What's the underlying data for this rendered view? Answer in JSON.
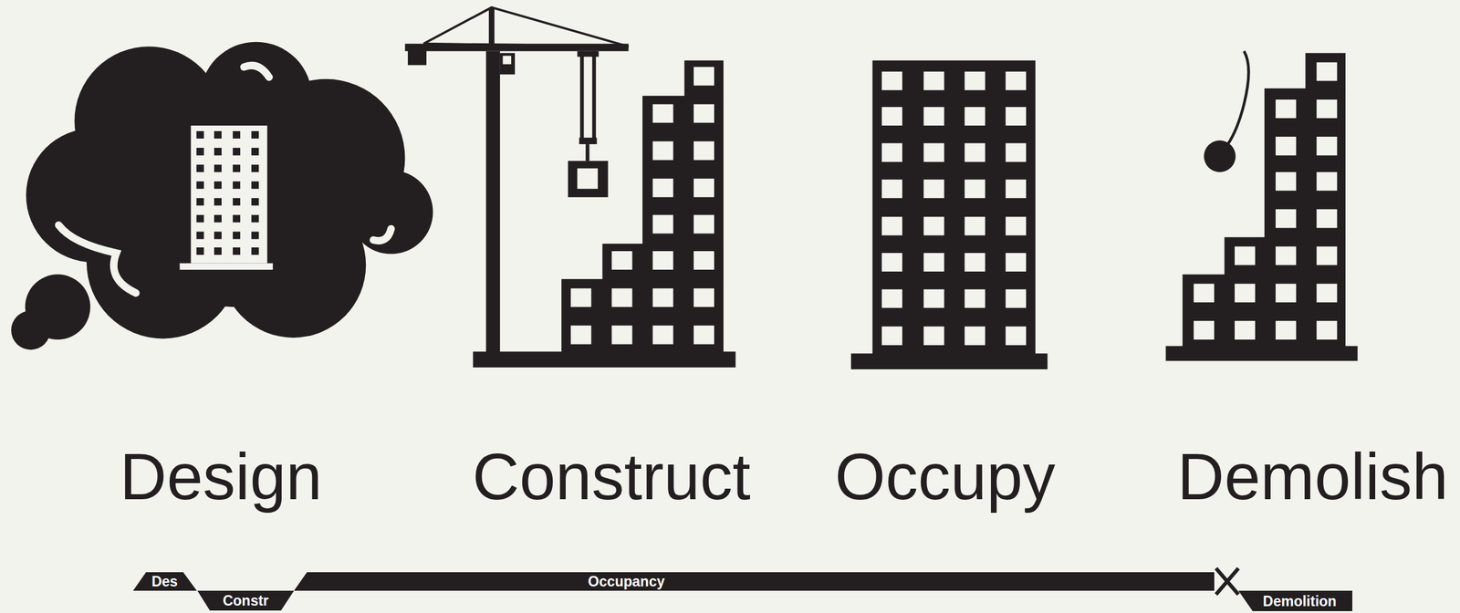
{
  "diagram": {
    "nodes": [
      {
        "text": [
          "Des"
        ]
      },
      {
        "text": [
          "Constr"
        ]
      },
      {
        "text": [
          "Occupancy"
        ]
      },
      {
        "text": [
          "Demolition"
        ]
      }
    ],
    "labels": [
      "Design",
      "Construct",
      "Occupy",
      "Demolish"
    ]
  }
}
